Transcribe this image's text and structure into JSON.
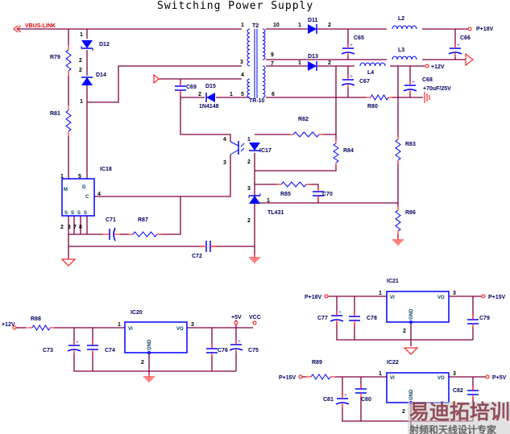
{
  "title": "Switching Power Supply",
  "colors": {
    "wire": "#800040",
    "component": "#0000ff",
    "pin_stub": "#ff0000",
    "label": "#000060"
  },
  "nets": {
    "vbus": "VBUS-LINK",
    "p18_out": "P+18V",
    "p12_out": "+12V",
    "in12": "+12V",
    "p5": "+5V",
    "vcc": "VCC",
    "p18_in": "P+18V",
    "p15_out": "P+15V",
    "p15_in": "P+15V",
    "p5_out": "P+5V"
  },
  "refs": {
    "T2": "T2",
    "TR10": "TR-10",
    "D11": "D11",
    "D12": "D12",
    "D13": "D13",
    "D14": "D14",
    "D15": "D15",
    "D15part": "1N4148",
    "L2": "L2",
    "L3": "L3",
    "L4": "L4",
    "C65": "C65",
    "C66": "C66",
    "C67": "C67",
    "C68": "C68",
    "C68val": "+70uF/25V",
    "C69": "C69",
    "C70": "C70",
    "C71": "C71",
    "C72": "C72",
    "C73": "C73",
    "C74": "C74",
    "C75": "C75",
    "C76": "C76",
    "C77": "C77",
    "C78": "C78",
    "C79": "C79",
    "C80": "C80",
    "C81": "C81",
    "C82": "C82",
    "R79": "R79",
    "R80": "R80",
    "R81": "R81",
    "R82": "R82",
    "R83": "R83",
    "R84": "R84",
    "R85": "R85",
    "R86": "R86",
    "R87": "R87",
    "R88": "R88",
    "R89": "R89",
    "IC17": "IC17",
    "IC18": "IC18",
    "IC20": "IC20",
    "IC21": "IC21",
    "IC22": "IC22",
    "TL431": "TL431"
  },
  "ic_pins": {
    "IC18": {
      "M": "M",
      "D": "D",
      "C": "C",
      "S": "S"
    },
    "REG": {
      "VI": "VI",
      "VO": "VO",
      "GND": "GND"
    }
  },
  "pins": {
    "p1": "1",
    "p2": "2",
    "p3": "3",
    "p4": "4",
    "p5": "5",
    "p6": "6",
    "p7": "7",
    "p8": "8",
    "p9": "9",
    "p10": "10",
    "plus": "+"
  },
  "watermark": {
    "brand": "易迪拓培训",
    "tagline": "射频和天线设计专家"
  }
}
